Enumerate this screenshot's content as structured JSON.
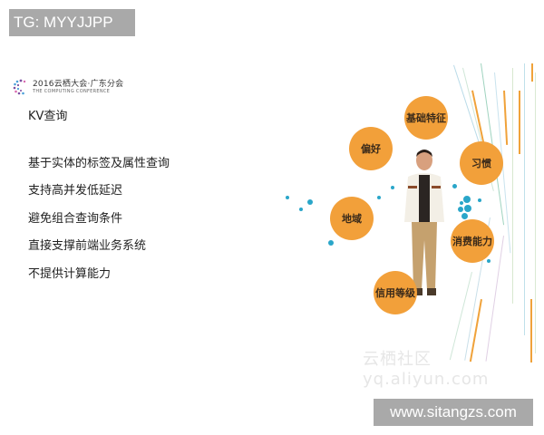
{
  "overlay_tags": {
    "top": "TG: MYYJJPP",
    "bottom": "www.sitangzs.com"
  },
  "logo": {
    "line1": "2016云栖大会·广东分会",
    "line2": "THE COMPUTING CONFERENCE"
  },
  "slide": {
    "title": "KV查询",
    "bullets": [
      "基于实体的标签及属性查询",
      "支持高并发低延迟",
      "避免组合查询条件",
      "直接支撑前端业务系统",
      "不提供计算能力"
    ]
  },
  "diagram": {
    "circles": [
      {
        "label": "基础特征"
      },
      {
        "label": "偏好"
      },
      {
        "label": "习惯"
      },
      {
        "label": "地域"
      },
      {
        "label": "消费能力"
      },
      {
        "label": "信用等级"
      }
    ]
  },
  "watermark": "云栖社区yq.aliyun.com",
  "colors": {
    "circle": "#f2a03a",
    "dot": "#2aa6c9",
    "tag_bg": "#a9a9a9"
  }
}
